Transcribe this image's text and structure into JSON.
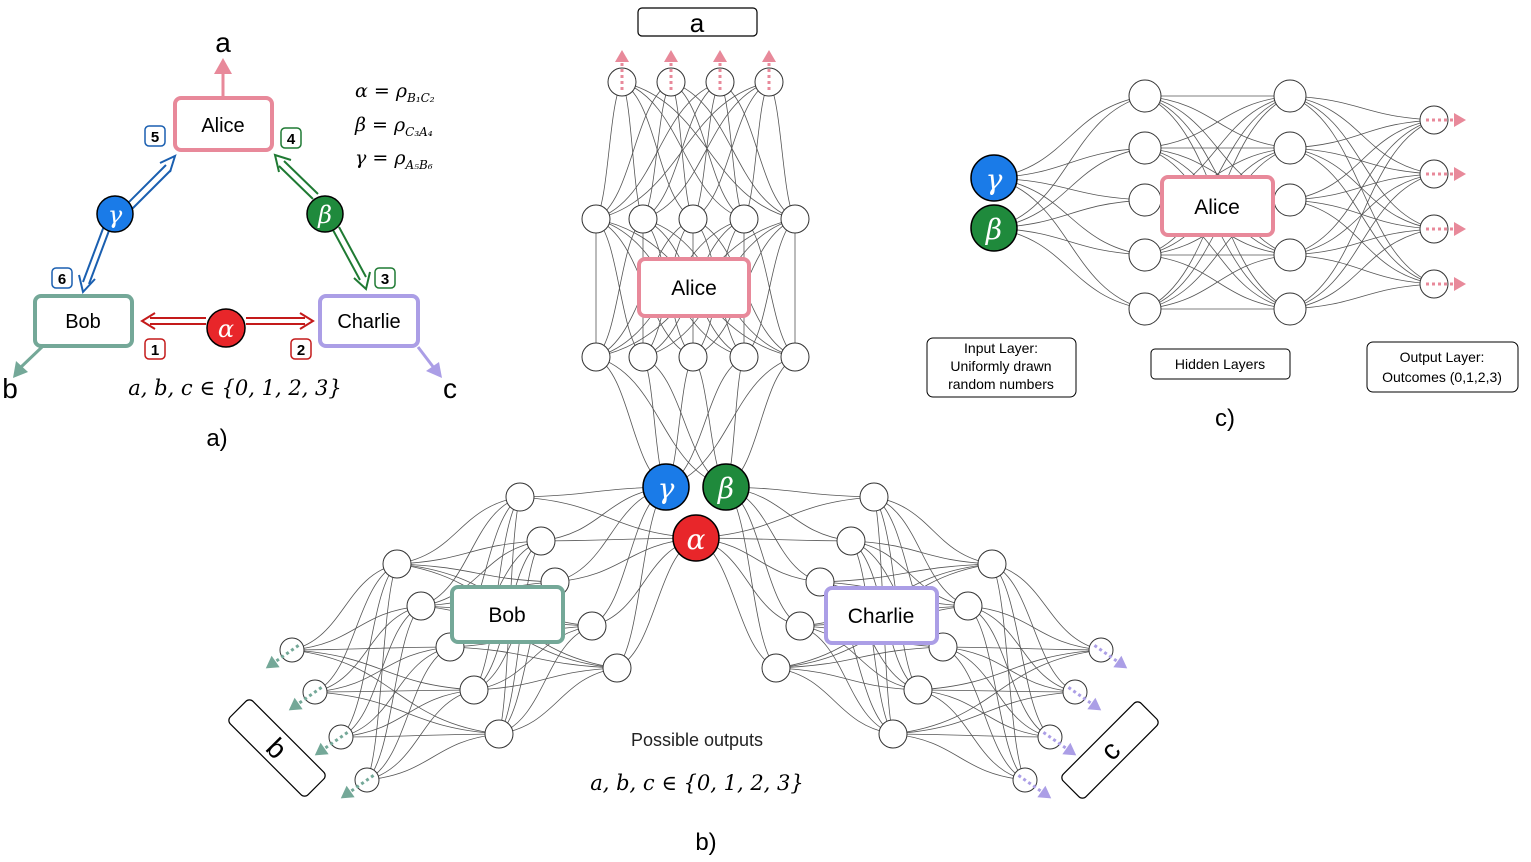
{
  "colors": {
    "alice": "#e8899a",
    "bob": "#74a898",
    "charlie": "#ab9ee6",
    "gamma": "#1a7be8",
    "beta": "#1f8a3c",
    "alpha": "#e8262a",
    "gamma_arrow": "#1a5fb0",
    "beta_arrow": "#1f7a33",
    "alpha_arrow": "#c41a1a"
  },
  "panel_a": {
    "caption": "a)",
    "alice": "Alice",
    "bob": "Bob",
    "charlie": "Charlie",
    "out_a": "a",
    "out_b": "b",
    "out_c": "c",
    "gamma": "γ",
    "beta": "β",
    "alpha": "α",
    "steps": [
      "1",
      "2",
      "3",
      "4",
      "5",
      "6"
    ],
    "eq_alpha": {
      "lhs": "α = ρ",
      "sub": "B₁C₂"
    },
    "eq_beta": {
      "lhs": "β = ρ",
      "sub": "C₃A₄"
    },
    "eq_gamma": {
      "lhs": "γ = ρ",
      "sub": "A₅B₆"
    },
    "outcomes": "a, b, c ∈ {0, 1, 2, 3}"
  },
  "panel_b": {
    "caption": "b)",
    "alice": "Alice",
    "bob": "Bob",
    "charlie": "Charlie",
    "out_a": "a",
    "out_b": "b",
    "out_c": "c",
    "gamma": "γ",
    "beta": "β",
    "alpha": "α",
    "possible_outputs": "Possible outputs",
    "outcomes": "a, b, c ∈ {0, 1, 2, 3}"
  },
  "panel_c": {
    "caption": "c)",
    "alice": "Alice",
    "gamma": "γ",
    "beta": "β",
    "input_layer": [
      "Input Layer:",
      "Uniformly drawn",
      "random numbers"
    ],
    "hidden_layers": "Hidden Layers",
    "output_layer": [
      "Output Layer:",
      "Outcomes (0,1,2,3)"
    ]
  }
}
